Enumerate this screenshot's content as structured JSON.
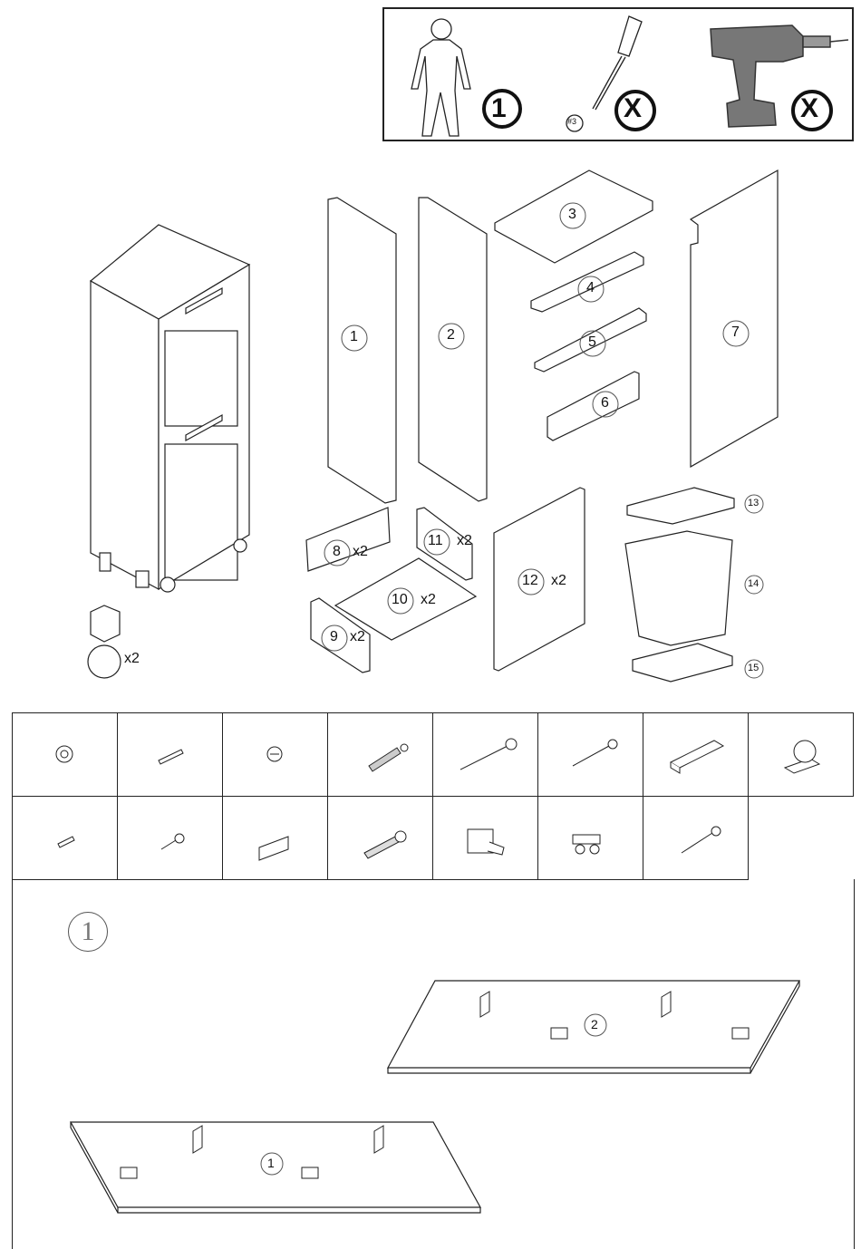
{
  "requirements": {
    "people_count": "1",
    "screwdriver_phillips_size": "#3",
    "screwdriver_mark": "X",
    "drill_mark": "X"
  },
  "parts": {
    "p1": "1",
    "p2": "2",
    "p3": "3",
    "p4": "4",
    "p5": "5",
    "p6": "6",
    "p7": "7",
    "p8": "8",
    "p8q": "x2",
    "p9": "9",
    "p9q": "x2",
    "p10": "10",
    "p10q": "x2",
    "p11": "11",
    "p11q": "x2",
    "p12": "12",
    "p12q": "x2",
    "p13": "13",
    "p14": "14",
    "p15": "15",
    "feet_qty": "x2"
  },
  "hardware": {
    "row1": [
      "cam-lock-icon",
      "dowel-pin-icon",
      "cam-lock-small-icon",
      "wall-plug-screw-icon",
      "long-wood-screw-icon",
      "medium-wood-screw-icon",
      "shelf-bracket-icon",
      "caster-wheel-icon"
    ],
    "row2": [
      "small-dowel-icon",
      "short-screw-icon",
      "hinge-plate-icon",
      "anchor-plug-icon",
      "drawer-catch-icon",
      "double-caster-icon",
      "small-wood-screw-icon"
    ]
  },
  "step": {
    "number": "1",
    "panel_top_label": "2",
    "panel_bottom_label": "1"
  }
}
